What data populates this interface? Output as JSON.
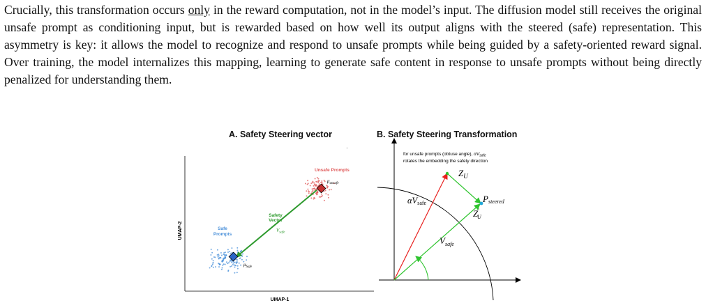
{
  "paragraph": {
    "part1": "Crucially, this transformation occurs ",
    "underlined": "only",
    "part2": " in the reward computation, not in the model’s input. The diffusion model still receives the original unsafe prompt as conditioning input, but is rewarded based on how well its output aligns with the steered (safe) representation. This asymmetry is key: it allows the model to recognize and respond to unsafe prompts while being guided by a safety-oriented reward signal. Over training, the model internalizes this mapping, learning to generate safe content in response to unsafe prompts without being directly penalized for understanding them."
  },
  "panelA": {
    "title": "A. Safety Steering vector",
    "xlabel": "UMAP-1",
    "ylabel": "UMAP-2",
    "unsafe_label": "Unsafe Prompts",
    "safe_label_line1": "Safe",
    "safe_label_line2": "Prompts",
    "vector_label_line1": "Safety",
    "vector_label_line2": "Vector",
    "vector_symbol": "V",
    "vector_sub": "safe",
    "mu_unsafe": "μ",
    "mu_unsafe_sub": "unsafe",
    "mu_safe": "μ",
    "mu_safe_sub": "Safe",
    "colors": {
      "unsafe": "#e05a5a",
      "safe": "#4a90d9",
      "vector": "#2e9a2e",
      "safe_marker": "#2b64c7",
      "unsafe_marker": "#c43030"
    }
  },
  "panelB": {
    "title": "B. Safety Steering Transformation",
    "note_line1_prefix": "for unsafe prompts (obtuse  angle), ",
    "note_line1_math": "αV",
    "note_line1_sub": "safe",
    "note_line2": "rotates the embedding the safety direction",
    "zu": "Z",
    "zu_sub": "U",
    "zu_prime": "Z",
    "zu_prime_sub": "U",
    "zu_prime_sup": "′",
    "p_steered": "P",
    "p_steered_sub": "steered",
    "alpha_v": "αV",
    "alpha_v_sub": "safe",
    "v_safe": "V",
    "v_safe_sub": "safe",
    "colors": {
      "red": "#e8201e",
      "green": "#2ec42e",
      "cyan": "#20a8d8"
    }
  }
}
